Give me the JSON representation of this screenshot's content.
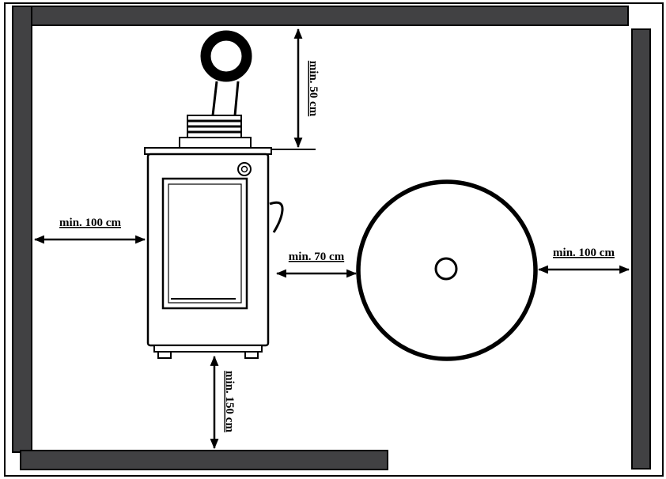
{
  "diagram": {
    "type": "stove-installation-clearance-diagram",
    "labels": {
      "clearance_top": "min. 50 cm",
      "clearance_left": "min. 100 cm",
      "clearance_stove_to_table": "min. 70 cm",
      "clearance_right": "min. 100 cm",
      "clearance_front": "min. 150 cm"
    },
    "colors": {
      "wall": "#414143",
      "line": "#000000",
      "bg": "#ffffff"
    },
    "objects": {
      "stove": "pellet-stove-front-view-with-flue-pipe",
      "table": "round-table-top-view",
      "walls": [
        "top",
        "left",
        "right",
        "bottom-partial"
      ]
    }
  }
}
